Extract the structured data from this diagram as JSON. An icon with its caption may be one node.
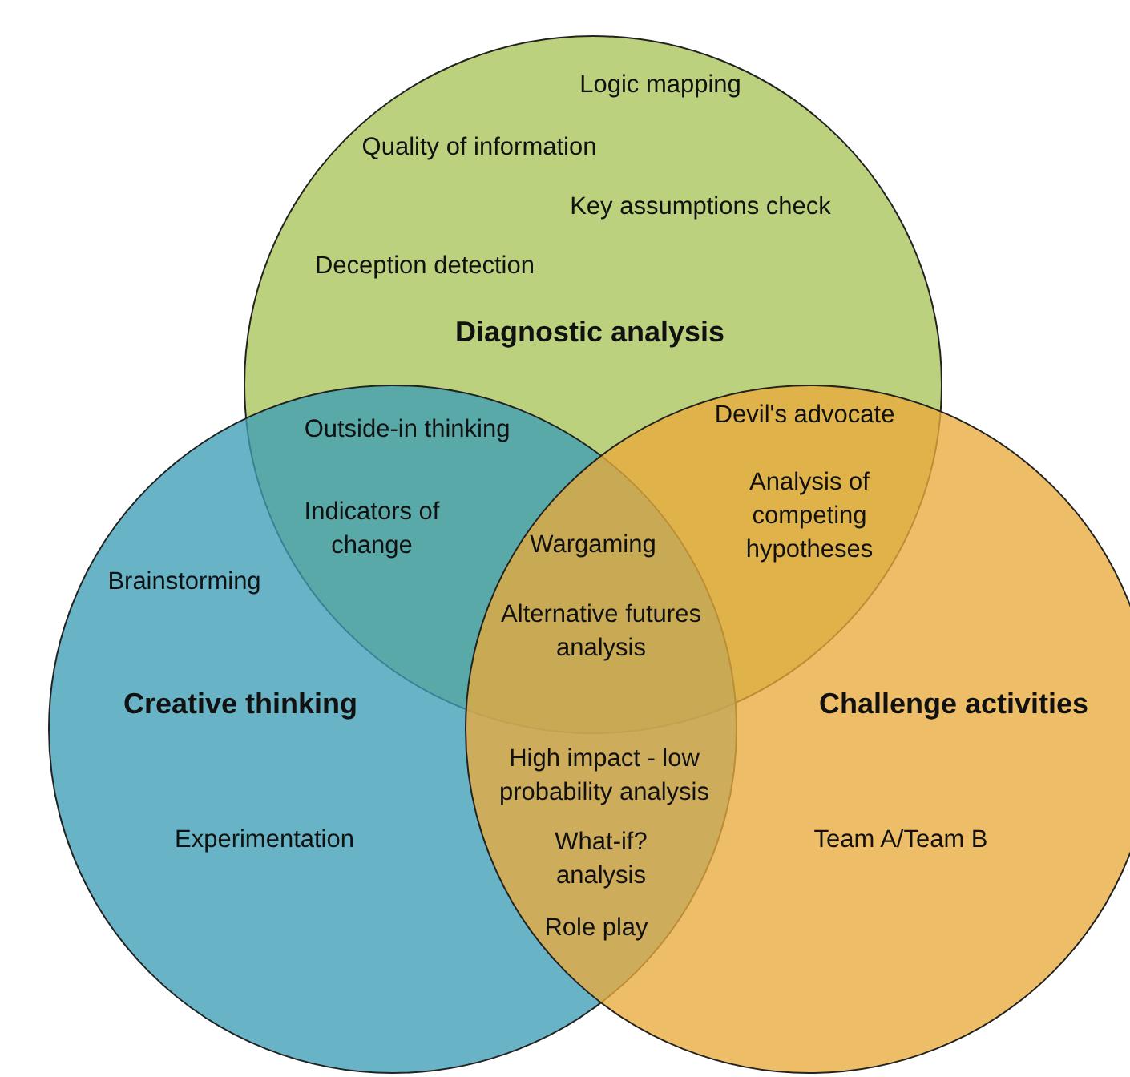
{
  "diagram": {
    "nodes": [
      {
        "text": [
          "Logic mapping",
          "Quality of information",
          "Key assumptions check",
          "Deception detection",
          "Diagnostic analysis"
        ]
      },
      {
        "text": [
          "Brainstorming",
          "Creative thinking",
          "Experimentation"
        ]
      },
      {
        "text": [
          "Challenge activities",
          "Team A/Team B"
        ]
      }
    ],
    "labels": [
      "Outside-in thinking",
      "Devil's advocate",
      "Indicators of change",
      "Analysis of competing hypotheses",
      "Wargaming",
      "Alternative futures analysis",
      "High impact - low probability analysis",
      "What-if? analysis",
      "Role play"
    ]
  }
}
